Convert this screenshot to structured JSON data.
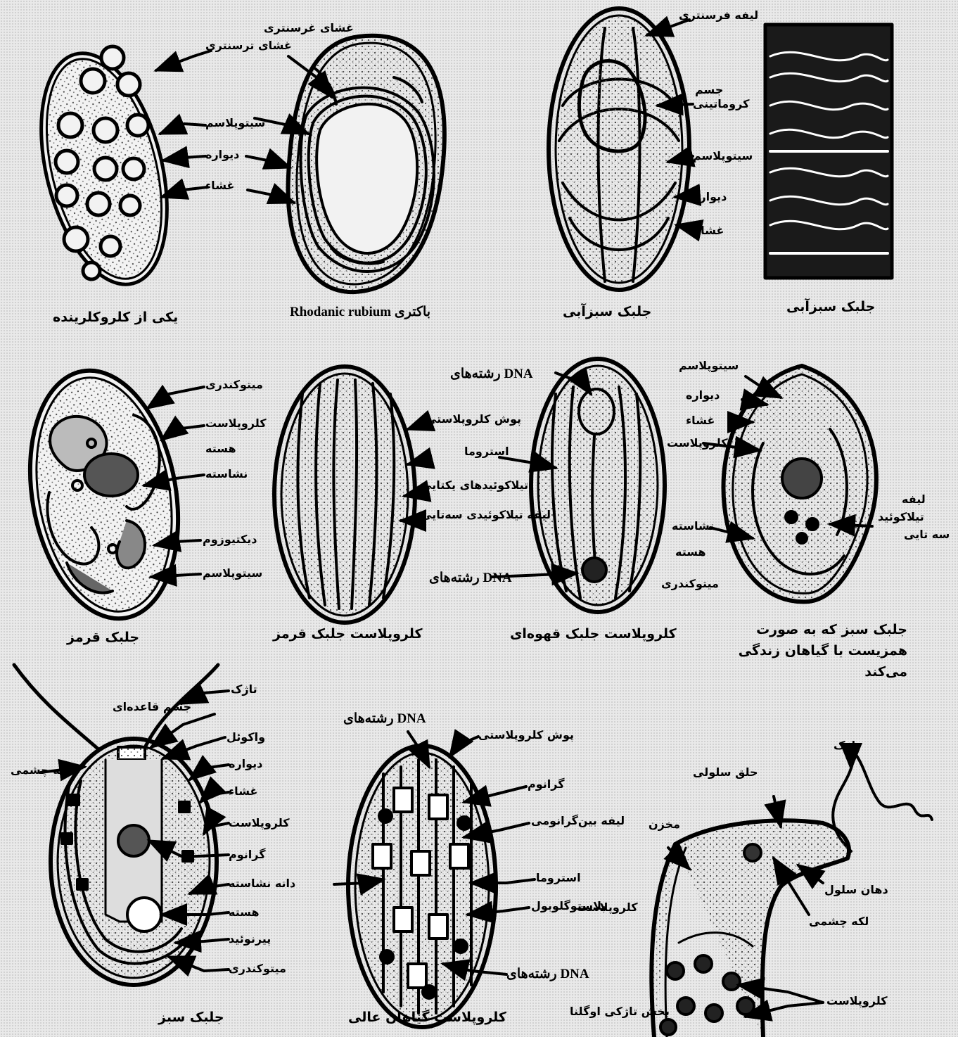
{
  "panels": {
    "p1": {
      "caption": "یکی از کلروکلرینده",
      "labels": [
        "غشای ترسنتری",
        "سیتوپلاسم",
        "دیواره",
        "غشاء"
      ]
    },
    "p2": {
      "caption": "Rhodanic rubium باکتری",
      "labels": [
        "غشای غرسنتری"
      ]
    },
    "p3": {
      "caption": "جلبک سبزآبی",
      "labels": [
        "لیفه فرسنتری",
        "جسم",
        "کروماتینی",
        "سیتوپلاسم",
        "دیواره",
        "غشاء"
      ]
    },
    "p4": {
      "caption": "جلبک سبزآبی"
    },
    "p5": {
      "caption": "جلبک قرمز",
      "labels": [
        "میتوکندری",
        "کلروپلاست",
        "هسته",
        "نشاسته",
        "دیکتیوزوم",
        "سیتوپلاسم"
      ]
    },
    "p6": {
      "caption": "کلروپلاست جلبک قرمز",
      "labels": [
        "پوش کلروپلاستی",
        "استروما",
        "تیلاکوئیدهای یکتایی",
        "لیفه تیلاکوئیدی سه‌تایی"
      ]
    },
    "p7": {
      "caption": "کلروپلاست جلبک قهوه‌ای",
      "labels": [
        "رشته‌های DNA",
        "رشته‌های DNA"
      ]
    },
    "p8": {
      "caption": "جلبک سبز که به صورت همزیست با گیاهان زندگی می‌کند",
      "labels": [
        "سیتوپلاسم",
        "دیواره",
        "غشاء",
        "کلروپلاست",
        "لیفه",
        "تیلاکوئید",
        "سه تایی",
        "نشاسته",
        "هسته",
        "میتوکندری"
      ]
    },
    "p9": {
      "caption": "جلبک سبز",
      "labels": [
        "تاژک",
        "جسم قاعده‌ای",
        "واکوئل",
        "لکه چشمی",
        "دیواره",
        "غشاء",
        "کلروپلاست",
        "گرانوم",
        "دانه نشاسته",
        "هسته",
        "پیرنوئید",
        "میتوکندری"
      ]
    },
    "p10": {
      "caption": "کلروپلاست گیاهان عالی",
      "labels": [
        "رشته‌های DNA",
        "پوش کلروپلاستی",
        "گرانوم",
        "لیفه بین‌گرانومی",
        "استروما",
        "پلاستوگلوبول",
        "رشته‌های DNA"
      ]
    },
    "p11": {
      "labels": [
        "تاژک",
        "حلق سلولی",
        "مخزن",
        "دهان سلول",
        "لکه چشمی",
        "کلروپلاست",
        "کلروپلاست",
        "بخش تاژکی اوگلنا"
      ]
    }
  },
  "colors": {
    "ink": "#000000",
    "background": "#e9e9e9",
    "stipple": "#c9c9c9"
  }
}
